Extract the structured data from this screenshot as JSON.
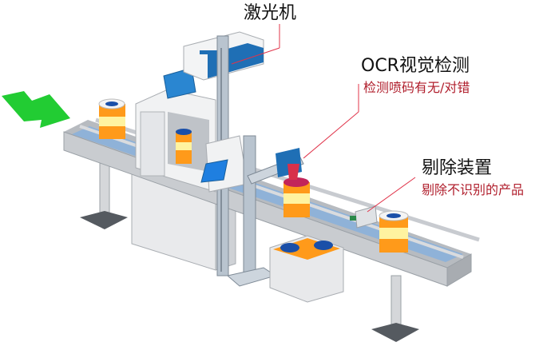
{
  "diagram": {
    "type": "production-line-illustration",
    "colors": {
      "annotation_line": "#e0344a",
      "subtitle_text": "#b01e2c",
      "arrow": "#22cc33",
      "can_orange": "#ff9a1a",
      "can_band": "#fff3a0",
      "can_lid": "#1a4fa8",
      "machine_blue": "#1f6fb5",
      "frame_gray": "#c8cbd0"
    },
    "labels": {
      "laser": {
        "title": "激光机"
      },
      "ocr": {
        "title": "OCR视觉检测",
        "subtitle": "检测喷码有无/对错"
      },
      "reject": {
        "title": "剔除装置",
        "subtitle": "剔除不识别的产品"
      }
    },
    "icons": {
      "infeed_arrow": "arrow-right-down-icon"
    }
  }
}
